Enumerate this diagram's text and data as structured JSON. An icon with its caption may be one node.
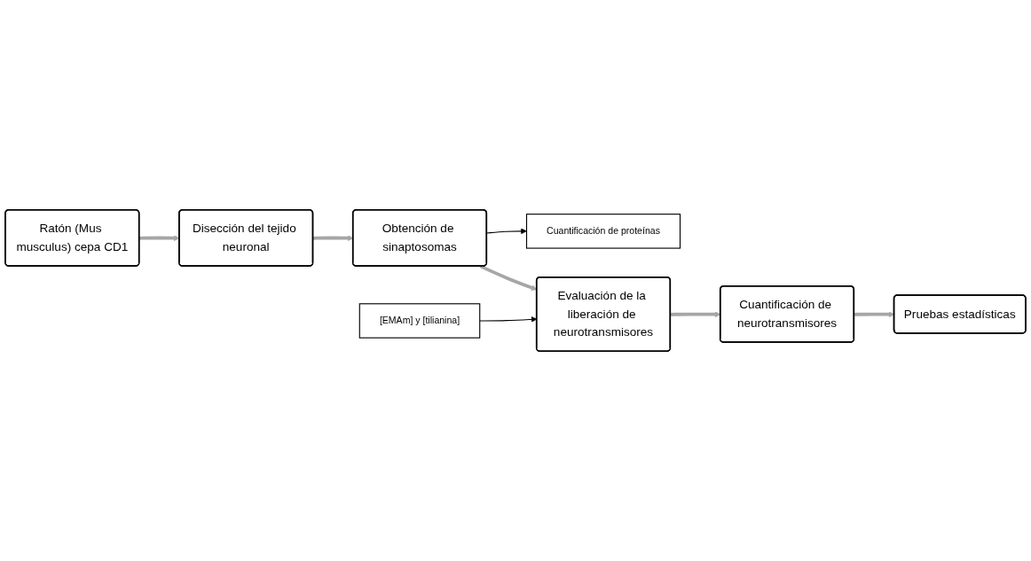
{
  "diagram": {
    "nodes": [
      {
        "text": [
          "Ratón (Mus musculus) cepa CD1"
        ]
      },
      {
        "text": [
          "Disección del tejido neuronal"
        ]
      },
      {
        "text": [
          "Obtención de sinaptosomas"
        ]
      },
      {
        "text": [
          "Cuantificación de proteínas"
        ]
      },
      {
        "text": [
          "[EMAm] y [tilianina]"
        ]
      },
      {
        "text": [
          "Evaluación de la liberación de neurotransmisores"
        ]
      },
      {
        "text": [
          "Cuantificación de neurotransmisores"
        ]
      },
      {
        "text": [
          "Pruebas estadísticas"
        ]
      }
    ],
    "edges": [
      {
        "from": 0,
        "to": 1,
        "arrow": "to"
      },
      {
        "from": 1,
        "to": 2,
        "arrow": "to"
      },
      {
        "from": 2,
        "to": 3,
        "arrow": "to",
        "color": "#000000"
      },
      {
        "from": 2,
        "to": 5,
        "arrow": "to"
      },
      {
        "from": 4,
        "to": 5,
        "arrow": "to",
        "color": "#000000"
      },
      {
        "from": 5,
        "to": 6,
        "arrow": "to"
      },
      {
        "from": 6,
        "to": 7,
        "arrow": "to"
      }
    ]
  }
}
